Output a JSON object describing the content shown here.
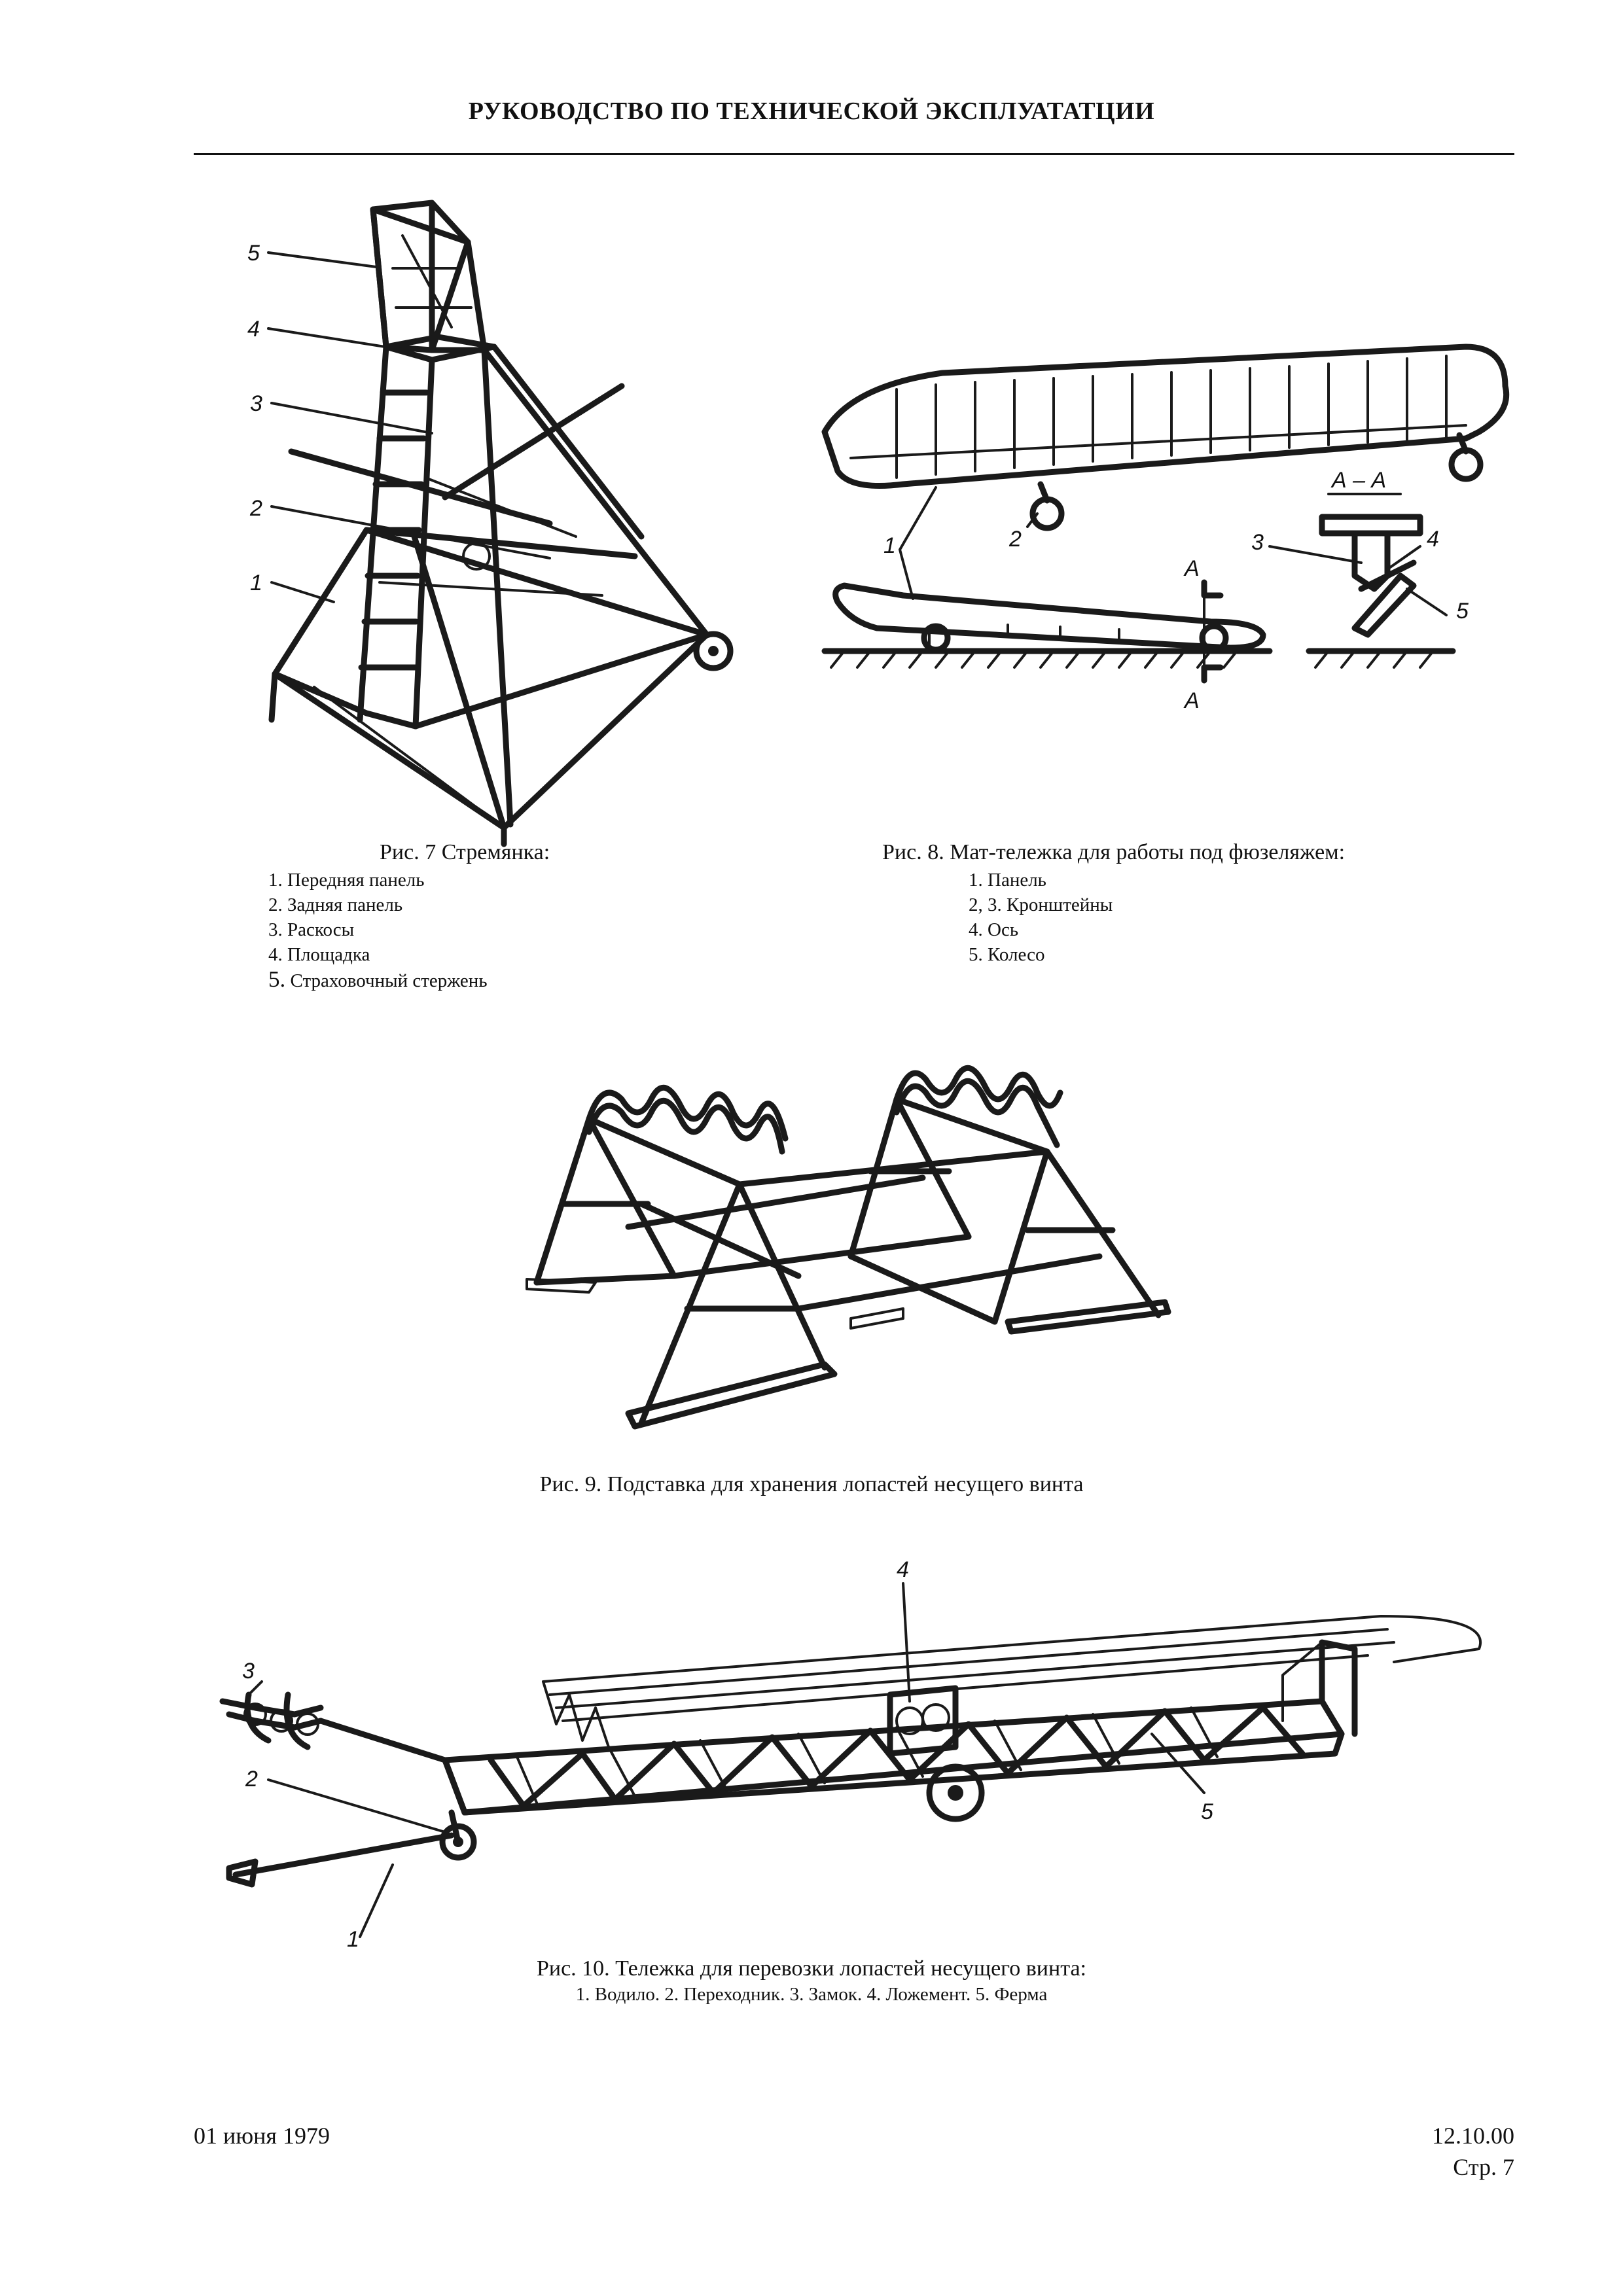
{
  "header": {
    "title": "РУКОВОДСТВО ПО ТЕХНИЧЕСКОЙ ЭКСПЛУАТАТЦИИ"
  },
  "fig7": {
    "caption": "Рис. 7 Стремянка:",
    "items": [
      "1. Передняя панель",
      "2. Задняя панель",
      "3. Раскосы",
      "4. Площадка",
      "5.",
      "Страховочный стержень"
    ],
    "callouts": [
      "1",
      "2",
      "3",
      "4",
      "5"
    ]
  },
  "fig8": {
    "caption": "Рис. 8. Мат-тележка для работы под фюзеляжем:",
    "items": [
      "1. Панель",
      "2, 3. Кронштейны",
      "4. Ось",
      "5. Колесо"
    ],
    "callouts": [
      "1",
      "2",
      "3",
      "4",
      "5"
    ],
    "section_label": "А – А",
    "cut_label": "А"
  },
  "fig9": {
    "caption": "Рис. 9. Подставка для хранения лопастей несущего винта"
  },
  "fig10": {
    "caption": "Рис. 10. Тележка для перевозки лопастей несущего винта:",
    "legend": "1. Водило. 2. Переходник. 3. Замок. 4. Ложемент. 5. Ферма",
    "callouts": [
      "1",
      "2",
      "3",
      "4",
      "5"
    ]
  },
  "footer": {
    "date": "01 июня 1979",
    "revision": "12.10.00",
    "page": "Стр. 7"
  }
}
